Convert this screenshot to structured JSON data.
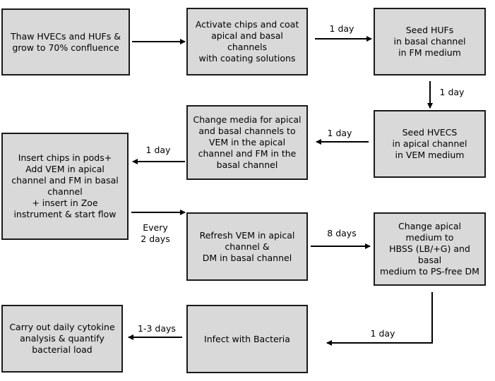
{
  "steps": {
    "thaw": "Thaw HVECs and HUFs &\ngrow to 70% confluence",
    "activate": "Activate chips and coat\napical and basal channels\nwith coating solutions",
    "seed_hufs": "Seed HUFs\nin basal channel\nin FM medium",
    "seed_hvecs": "Seed HVECS\nin apical channel\nin VEM medium",
    "change_media": "Change media for apical\nand basal channels to\nVEM in the apical\nchannel and FM in the\nbasal channel",
    "insert": "Insert chips in pods+\nAdd VEM in apical\nchannel and FM in basal\nchannel\n+ insert in Zoe\ninstrument & start flow",
    "refresh": "Refresh VEM in apical\nchannel &\nDM in basal channel",
    "change_apical": "Change apical medium to\nHBSS (LB/+G) and basal\nmedium to PS-free DM",
    "infect": "Infect with Bacteria",
    "cytokine": "Carry out daily cytokine\nanalysis & quantify\nbacterial load"
  },
  "labels": {
    "activate_to_hufs": "1 day",
    "hufs_to_hvecs": "1 day",
    "hvecs_to_change": "1 day",
    "change_to_insert": "1 day",
    "insert_to_refresh": "Every\n2 days",
    "refresh_to_change_apical": "8 days",
    "change_apical_to_infect": "1 day",
    "infect_to_cytokine": "1-3 days"
  }
}
